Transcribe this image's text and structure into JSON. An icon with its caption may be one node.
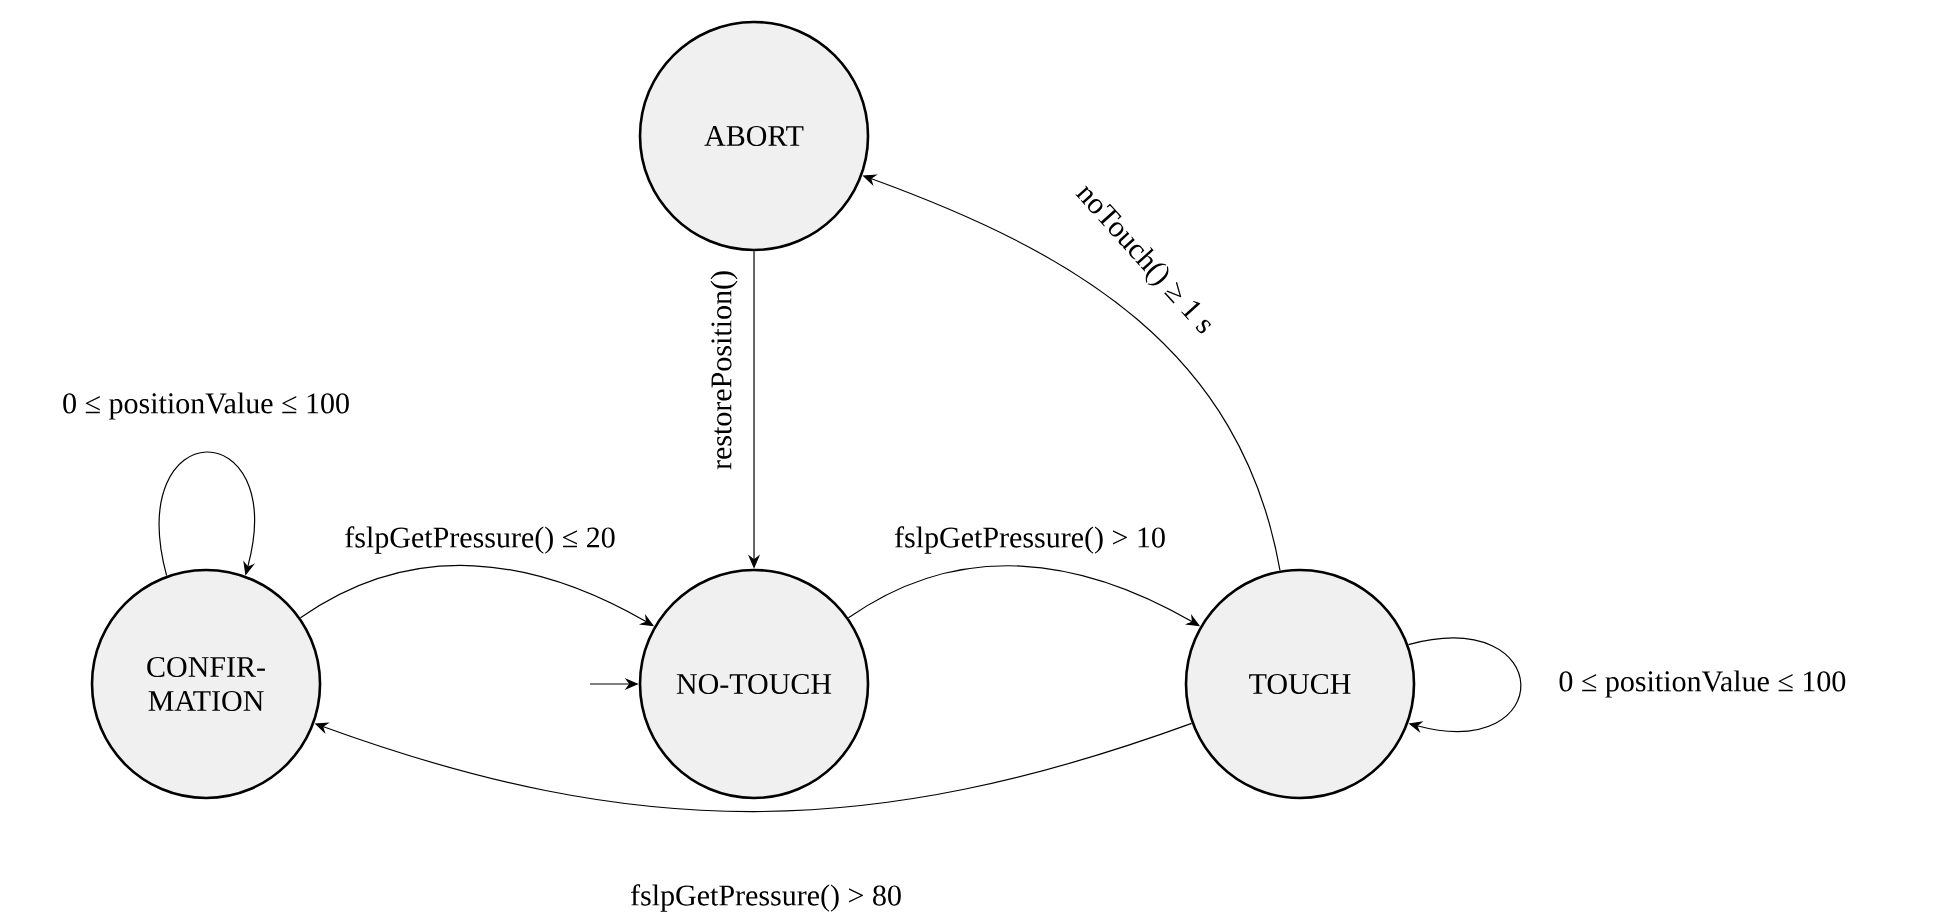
{
  "diagram": {
    "nodes": [
      {
        "text": [
          "ABORT"
        ]
      },
      {
        "text": [
          "CONFIR- MATION"
        ]
      },
      {
        "text": [
          "NO-TOUCH"
        ]
      },
      {
        "text": [
          "TOUCH"
        ]
      }
    ],
    "edges": [
      {
        "from": 0,
        "to": 2,
        "arrow": "to",
        "label": "restorePosition()"
      },
      {
        "from": 1,
        "to": 2,
        "arrow": "to",
        "label": "fslpGetPressure() ≤ 20"
      },
      {
        "from": 2,
        "to": 3,
        "arrow": "to",
        "label": "fslpGetPressure() > 10"
      },
      {
        "from": 3,
        "to": 0,
        "arrow": "to",
        "label": "noTouch() ≥ 1 s"
      },
      {
        "from": 3,
        "to": 1,
        "arrow": "to",
        "label": "fslpGetPressure() > 80"
      },
      {
        "from": 1,
        "to": 1,
        "arrow": "to",
        "label": "0 ≤ positionValue ≤ 100"
      },
      {
        "from": 3,
        "to": 3,
        "arrow": "to",
        "label": "0 ≤ positionValue ≤ 100"
      },
      {
        "from": null,
        "to": 2,
        "arrow": "to"
      }
    ]
  }
}
